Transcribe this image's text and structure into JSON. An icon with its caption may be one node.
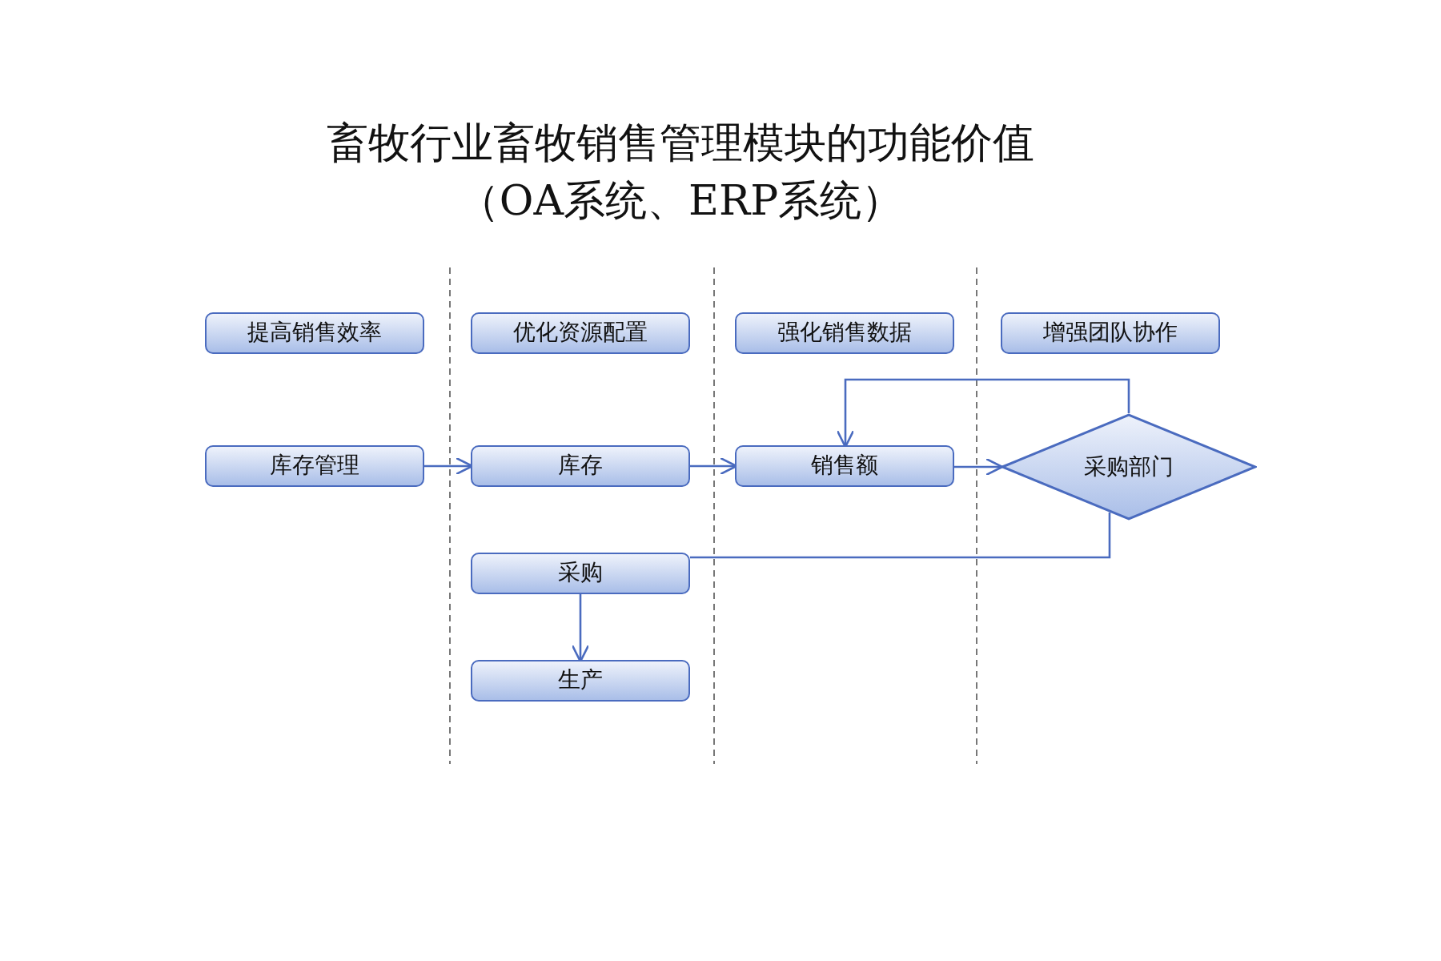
{
  "diagram": {
    "title": "畜牧行业畜牧销售管理模块的功能价值（OA系统、ERP系统）",
    "nodes": [
      {
        "text": [
          "提高销售效率"
        ]
      },
      {
        "text": [
          "优化资源配置"
        ]
      },
      {
        "text": [
          "强化销售数据"
        ]
      },
      {
        "text": [
          "增强团队协作"
        ]
      },
      {
        "text": [
          "库存管理"
        ]
      },
      {
        "text": [
          "库存"
        ]
      },
      {
        "text": [
          "销售额"
        ]
      },
      {
        "text": [
          "采购部门"
        ]
      },
      {
        "text": [
          "采购"
        ]
      },
      {
        "text": [
          "生产"
        ]
      }
    ],
    "edges": [
      {
        "from": 4,
        "to": 5,
        "arrow": "to"
      },
      {
        "from": 5,
        "to": 6,
        "arrow": "to"
      },
      {
        "from": 6,
        "to": 7,
        "arrow": "to"
      },
      {
        "from": 7,
        "to": 6,
        "arrow": "to"
      },
      {
        "from": 7,
        "to": 8,
        "arrow": "none"
      },
      {
        "from": 8,
        "to": 9,
        "arrow": "to"
      }
    ]
  }
}
